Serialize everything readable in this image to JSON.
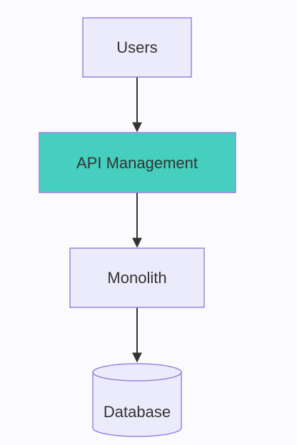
{
  "diagram": {
    "type": "flowchart",
    "direction": "top-down",
    "colors": {
      "default_fill": "#ecebfb",
      "default_stroke": "#9b82e0",
      "highlight_fill": "#46cfbe",
      "highlight_stroke": "#9b82e0",
      "edge": "#333333",
      "text": "#333333"
    },
    "nodes": [
      {
        "id": "users",
        "label": "Users",
        "shape": "rectangle"
      },
      {
        "id": "api",
        "label": "API Management",
        "shape": "rectangle",
        "highlighted": true
      },
      {
        "id": "monolith",
        "label": "Monolith",
        "shape": "rectangle"
      },
      {
        "id": "database",
        "label": "Database",
        "shape": "cylinder"
      }
    ],
    "edges": [
      {
        "from": "users",
        "to": "api"
      },
      {
        "from": "api",
        "to": "monolith"
      },
      {
        "from": "monolith",
        "to": "database"
      }
    ]
  }
}
